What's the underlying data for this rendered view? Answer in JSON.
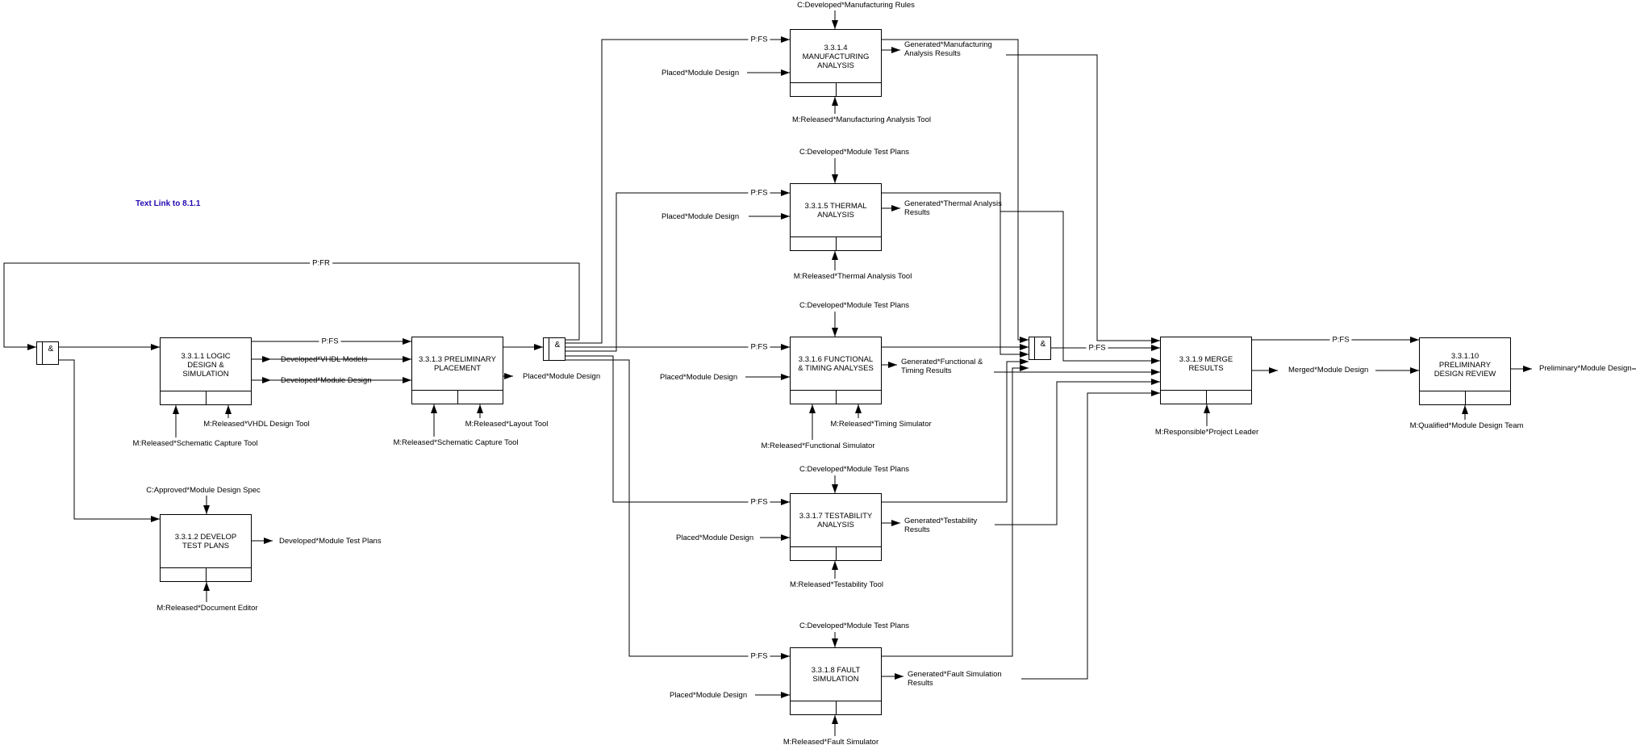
{
  "note": {
    "text": "Text Link to 8.1.1",
    "style": "color:#2408b0"
  },
  "junction": {
    "label": "&"
  },
  "processes": {
    "p1": {
      "title": [
        "3.3.1.1  LOGIC",
        "DESIGN &",
        "SIMULATION"
      ]
    },
    "p2": {
      "title": [
        "3.3.1.2  DEVELOP",
        "TEST PLANS"
      ]
    },
    "p3": {
      "title": [
        "3.3.1.3 PRELIMINARY",
        "PLACEMENT"
      ]
    },
    "p4": {
      "title": [
        "3.3.1.4",
        "MANUFACTURING",
        "ANALYSIS"
      ]
    },
    "p5": {
      "title": [
        "3.3.1.5 THERMAL",
        "ANALYSIS"
      ]
    },
    "p6": {
      "title": [
        "3.3.1.6 FUNCTIONAL",
        "& TIMING ANALYSES"
      ]
    },
    "p7": {
      "title": [
        "3.3.1.7 TESTABILITY",
        "ANALYSIS"
      ]
    },
    "p8": {
      "title": [
        "3.3.1.8 FAULT",
        "SIMULATION"
      ]
    },
    "p9": {
      "title": [
        "3.3.1.9 MERGE",
        "RESULTS"
      ]
    },
    "p10": {
      "title": [
        "3.3.1.10",
        "PRELIMINARY",
        "DESIGN REVIEW"
      ]
    }
  },
  "flows": {
    "pfr": "P:FR",
    "pfs": "P:FS",
    "c_manufacturing_rules": "C:Developed*Manufacturing Rules",
    "c_module_test_plans": "C:Developed*Module Test Plans",
    "c_module_design_spec": "C:Approved*Module Design Spec",
    "m_schematic_capture_tool": "M:Released*Schematic Capture Tool",
    "m_vhdl_design_tool": "M:Released*VHDL Design Tool",
    "m_layout_tool": "M:Released*Layout Tool",
    "m_document_editor": "M:Released*Document Editor",
    "m_manufacturing_analysis_tool": "M:Released*Manufacturing Analysis Tool",
    "m_thermal_analysis_tool": "M:Released*Thermal Analysis Tool",
    "m_functional_simulator": "M:Released*Functional Simulator",
    "m_timing_simulator": "M:Released*Timing Simulator",
    "m_testability_tool": "M:Released*Testability Tool",
    "m_fault_simulator": "M:Released*Fault Simulator",
    "m_project_leader": "M:Responsible*Project Leader",
    "m_module_design_team": "M:Qualified*Module Design Team",
    "developed_vhdl_models": "Developed*VHDL Models",
    "developed_module_design": "Developed*Module Design",
    "developed_module_test_plans": "Developed*Module Test Plans",
    "placed_module_design": "Placed*Module Design",
    "generated_manufacturing": [
      "Generated*Manufacturing",
      "Analysis Results"
    ],
    "generated_thermal": [
      "Generated*Thermal Analysis",
      "Results"
    ],
    "generated_functional": [
      "Generated*Functional &",
      "Timing Results"
    ],
    "generated_testability": [
      "Generated*Testability",
      "Results"
    ],
    "generated_fault": [
      "Generated*Fault Simulation",
      "Results"
    ],
    "merged_module_design": "Merged*Module Design",
    "preliminary_module_design": "Preliminary*Module Design"
  }
}
